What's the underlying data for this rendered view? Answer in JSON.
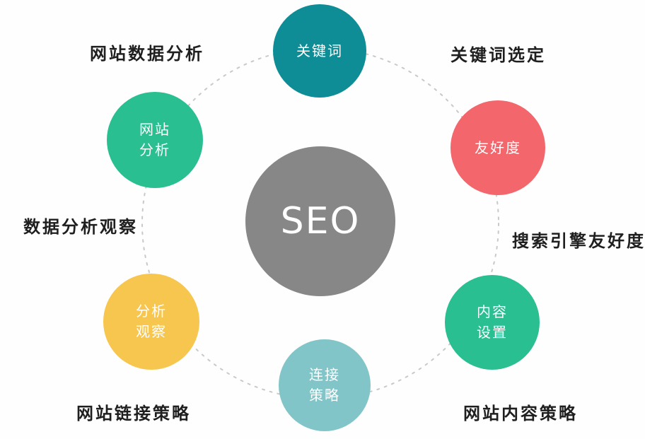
{
  "diagram": {
    "center": {
      "label": "SEO",
      "color": "#878787"
    },
    "ring_color": "#c9c9c9",
    "nodes": [
      {
        "id": "keywords",
        "label": "关键词",
        "color": "#0e8d96"
      },
      {
        "id": "friendliness",
        "label": "友好度",
        "color": "#f2666c"
      },
      {
        "id": "content-settings",
        "label": "内容\n设置",
        "color": "#2abf90"
      },
      {
        "id": "link-strategy",
        "label": "连接\n策略",
        "color": "#82c5c8"
      },
      {
        "id": "analysis-observation",
        "label": "分析\n观察",
        "color": "#f7c64f"
      },
      {
        "id": "site-analysis",
        "label": "网站\n分析",
        "color": "#2abf90"
      }
    ],
    "labels": [
      {
        "id": "site-data-analysis",
        "text": "网站数据分析"
      },
      {
        "id": "keyword-selection",
        "text": "关键词选定"
      },
      {
        "id": "search-engine-friendliness",
        "text": "搜索引擎友好度"
      },
      {
        "id": "site-content-strategy",
        "text": "网站内容策略"
      },
      {
        "id": "site-link-strategy",
        "text": "网站链接策略"
      },
      {
        "id": "data-analysis-observation",
        "text": "数据分析观察"
      }
    ]
  }
}
